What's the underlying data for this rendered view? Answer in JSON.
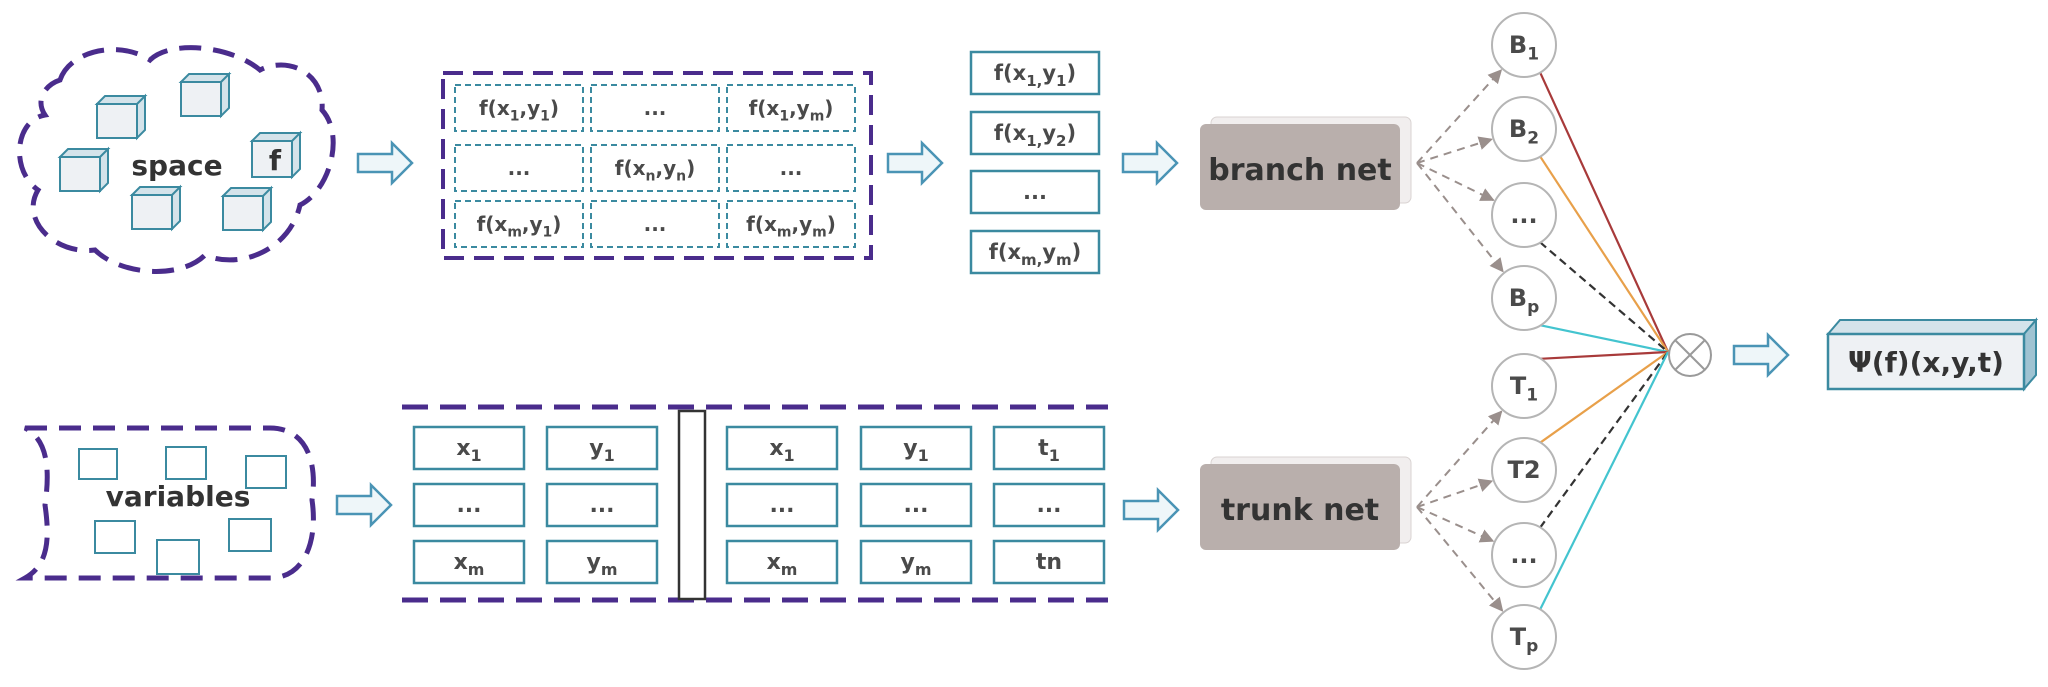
{
  "colors": {
    "dash_purple": "#4a2c8c",
    "cell_border": "#3b8aa0",
    "box_fill": "#eef1f4",
    "net_fill": "#b9afac",
    "node_border": "#b5b5b5",
    "arrow_fill": "#eef6f9",
    "arrow_stroke": "#4a94b5",
    "line_red": "#a83a3a",
    "line_orange": "#e8a04a",
    "line_cyan": "#43c4cf",
    "line_dark": "#333333",
    "line_gray": "#9a8f8c"
  },
  "space_region": {
    "label": "space",
    "f_label": "f"
  },
  "variables_region": {
    "label": "variables"
  },
  "sensor_grid": {
    "rows": [
      [
        {
          "base": "f(x",
          "s1": "1",
          "mid": ",y",
          "s2": "1",
          "end": ")"
        },
        {
          "text": "..."
        },
        {
          "base": "f(x",
          "s1": "1",
          "mid": ",y",
          "s2": "m",
          "end": ")"
        }
      ],
      [
        {
          "text": "..."
        },
        {
          "base": "f(x",
          "s1": "n",
          "mid": ",y",
          "s2": "n",
          "end": ")"
        },
        {
          "text": "..."
        }
      ],
      [
        {
          "base": "f(x",
          "s1": "m",
          "mid": ",y",
          "s2": "1",
          "end": ")"
        },
        {
          "text": "..."
        },
        {
          "base": "f(x",
          "s1": "m",
          "mid": ",y",
          "s2": "m",
          "end": ")"
        }
      ]
    ]
  },
  "sensor_vector": [
    {
      "base": "f(x",
      "s1": "1,",
      "mid": "y",
      "s2": "1",
      "end": ")"
    },
    {
      "base": "f(x",
      "s1": "1,",
      "mid": "y",
      "s2": "2",
      "end": ")"
    },
    {
      "text": "..."
    },
    {
      "base": "f(x",
      "s1": "m,",
      "mid": "y",
      "s2": "m",
      "end": ")"
    }
  ],
  "trunk_left": [
    [
      {
        "base": "x",
        "sub": "1"
      },
      {
        "base": "y",
        "sub": "1"
      }
    ],
    [
      {
        "text": "..."
      },
      {
        "text": "..."
      }
    ],
    [
      {
        "base": "x",
        "sub": "m"
      },
      {
        "base": "y",
        "sub": "m"
      }
    ]
  ],
  "trunk_right": [
    [
      {
        "base": "x",
        "sub": "1"
      },
      {
        "base": "y",
        "sub": "1"
      },
      {
        "base": "t",
        "sub": "1"
      }
    ],
    [
      {
        "text": "..."
      },
      {
        "text": "..."
      },
      {
        "text": "..."
      }
    ],
    [
      {
        "base": "x",
        "sub": "m"
      },
      {
        "base": "y",
        "sub": "m"
      },
      {
        "text": "tn"
      }
    ]
  ],
  "branch_net": {
    "label": "branch net"
  },
  "trunk_net": {
    "label": "trunk net"
  },
  "branch_nodes": [
    {
      "base": "B",
      "sub": "1"
    },
    {
      "base": "B",
      "sub": "2"
    },
    {
      "text": "..."
    },
    {
      "base": "B",
      "sub": "p"
    }
  ],
  "trunk_nodes": [
    {
      "base": "T",
      "sub": "1"
    },
    {
      "text": "T2"
    },
    {
      "text": "..."
    },
    {
      "base": "T",
      "sub": "p"
    }
  ],
  "output": {
    "label": "Ψ(f)(x,y,t)"
  }
}
